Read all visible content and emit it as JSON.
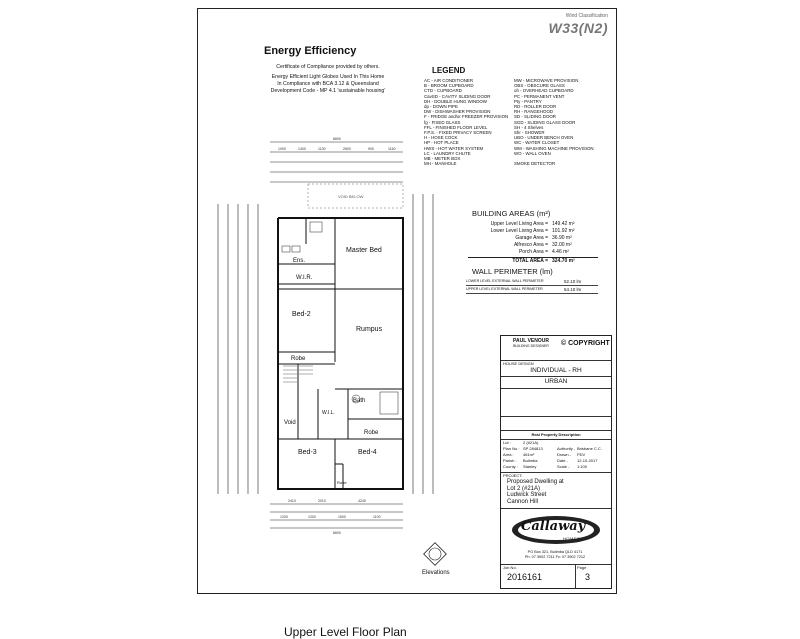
{
  "header": {
    "wind_classification_label": "Wind Classification",
    "wind_rating": "W33(N2)"
  },
  "energy": {
    "title": "Energy Efficiency",
    "certificate_note": "Certificate of Compliance provided by others.",
    "lines": [
      "Energy Efficient Light Globes Used In This Home",
      "In Compliance with BCA 3.12 & Queensland",
      "Development Code - MP 4.1 'sustainable housing'"
    ]
  },
  "legend": {
    "title": "LEGEND",
    "left": [
      "AC - AIR CONDITIONER",
      "B - BROOM CUPBOARD",
      "CTD - CUPBOARD",
      "CavSD - CAVITY SLIDING DOOR",
      "DH - DOUBLE HUNG WINDOW",
      "dp - DOWN PIPE",
      "DW - DISHWASHER PROVISION",
      "F - FRIDGE and/or FREEZER PROVISION",
      "fg - FIXED GLASS",
      "FFL - FINISHED FLOOR LEVEL",
      "F.P.S. - FIXED PRIVACY SCREEN",
      "H - HOSE COCK",
      "HP - HOT PLACE",
      "HWS - HOT WATER SYSTEM",
      "LC - LAUNDRY CHUTE",
      "MB - METER BOX",
      "MH - MANHOLE"
    ],
    "right": [
      "MW - MICROWAVE PROVISION",
      "OBS - OBSCURE GLASS",
      "oh - OVERHEAD CUPBOARD",
      "PC - PERMANENT VENT",
      "Pty - PANTRY",
      "RD - ROLLER DOOR",
      "RH - RANGEHOOD",
      "SD - SLIDING DOOR",
      "SGD - SLIDING GLASS DOOR",
      "SH - 4 Shelves",
      "Shr - SHOWER",
      "UBO - UNDER BENCH OVEN",
      "WC - WATER CLOSET",
      "WM - WASHING MACHINE PROVISION",
      "WO - WALL OVEN",
      "",
      "SMOKE DETECTOR"
    ]
  },
  "building_areas": {
    "title": "BUILDING AREAS (m²)",
    "rows": [
      {
        "label": "Upper Level Living Area =",
        "value": "149.42 m²"
      },
      {
        "label": "Lower Level Living Area =",
        "value": "101.92 m²"
      },
      {
        "label": "Garage Area =",
        "value": "36.90 m²"
      },
      {
        "label": "Alfresco Area =",
        "value": "32.00 m²"
      },
      {
        "label": "Porch Area =",
        "value": "4.46 m²"
      }
    ],
    "total_label": "TOTAL AREA =",
    "total_value": "324.70 m²"
  },
  "wall_perimeter": {
    "title": "WALL PERIMETER (lm)",
    "rows": [
      {
        "label": "LOWER LEVEL EXTERNAL WALL PERIMETER",
        "value": "52.10 lm"
      },
      {
        "label": "UPPER LEVEL EXTERNAL WALL PERIMETER",
        "value": "54.10 lm"
      }
    ]
  },
  "plan": {
    "title": "Upper Level Floor Plan",
    "elevations_label": "Elevations",
    "overall_width": "8690",
    "void_label": "VOID BELOW",
    "rooms": [
      "Master Bed",
      "Ens.",
      "W.I.R.",
      "Bed-2",
      "Rumpus",
      "Robe",
      "Void",
      "Bath",
      "W.I.L.",
      "Robe",
      "Bed-3",
      "Bed-4",
      "Robe"
    ],
    "dims_top": [
      "8690",
      "1000",
      "1400",
      "1130",
      "2600",
      "900",
      "1160"
    ],
    "dims_bottom": [
      "2410",
      "2010",
      "4240",
      "1200",
      "1200",
      "1500",
      "1100",
      "8690"
    ]
  },
  "title_block": {
    "designer": "PAUL VENOUR",
    "designer_sub": "BUILDING DESIGNER",
    "copyright": "© COPYRIGHT",
    "house_design_label": "HOUSE DESIGN",
    "house_design": "INDIVIDUAL - RH",
    "facade": "URBAN",
    "real_property_label": "Real Property Description",
    "fields": [
      {
        "k": "Lot :",
        "v": "2 (#21A)"
      },
      {
        "k": "Plan No :",
        "v": "SP 284813"
      },
      {
        "k": "Area :",
        "v": "461m²"
      },
      {
        "k": "Parish :",
        "v": "Bulimba"
      },
      {
        "k": "County :",
        "v": "Stanley"
      }
    ],
    "fields_right": [
      {
        "k": "Authority -",
        "v": "Brisbane C.C."
      },
      {
        "k": "Drawn -",
        "v": "PDV"
      },
      {
        "k": "Date -",
        "v": "12-10-2017"
      },
      {
        "k": "Scale -",
        "v": "1:100"
      }
    ],
    "project_label": "PROJECT:",
    "project": [
      "Proposed Dwelling at",
      "Lot 2 (#21A)",
      "Ludwick Street",
      "Cannon Hill"
    ],
    "company": "Callaway",
    "company_sub": "HOMES",
    "company_address": [
      "PO Box 321, Bulimba QLD 4171",
      "Ph: 07 3902 7211  Fx: 07 3902 7212"
    ],
    "job_no_label": "Job No.",
    "job_no": "2016161",
    "page_label": "Page",
    "page_no": "3"
  }
}
